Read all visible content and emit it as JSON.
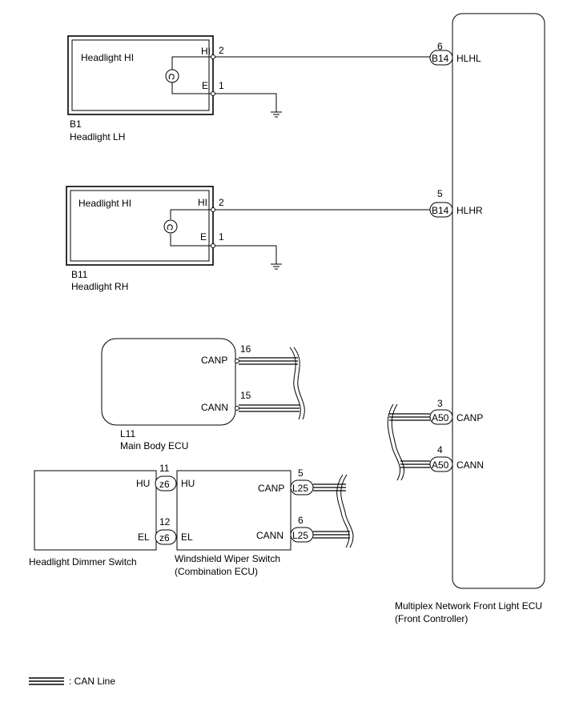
{
  "headlight_lh": {
    "inner_label": "Headlight HI",
    "pin_hi_name": "HI",
    "pin_e_name": "E",
    "pin_hi_num": "2",
    "pin_e_num": "1",
    "code": "B1",
    "name": "Headlight LH"
  },
  "headlight_rh": {
    "inner_label": "Headlight HI",
    "pin_hi_name": "HI",
    "pin_e_name": "E",
    "pin_hi_num": "2",
    "pin_e_num": "1",
    "code": "B11",
    "name": "Headlight RH"
  },
  "main_body_ecu": {
    "pin_canp_name": "CANP",
    "pin_cann_name": "CANN",
    "pin_canp_num": "16",
    "pin_cann_num": "15",
    "code": "L11",
    "name": "Main Body ECU"
  },
  "front_light_ecu": {
    "pin_hlhl_num": "6",
    "pin_hlhl_conn": "B14",
    "pin_hlhl_name": "HLHL",
    "pin_hlhr_num": "5",
    "pin_hlhr_conn": "B14",
    "pin_hlhr_name": "HLHR",
    "pin_canp_num": "3",
    "pin_canp_conn": "A50",
    "pin_canp_name": "CANP",
    "pin_cann_num": "4",
    "pin_cann_conn": "A50",
    "pin_cann_name": "CANN",
    "name_line1": "Multiplex Network Front Light ECU",
    "name_line2": "(Front Controller)"
  },
  "dimmer_switch": {
    "pin_hu_name": "HU",
    "pin_el_name": "EL",
    "name": "Headlight Dimmer Switch"
  },
  "wiper_switch": {
    "pin_hu_num": "11",
    "pin_hu_conn": "z6",
    "pin_hu_name": "HU",
    "pin_el_num": "12",
    "pin_el_conn": "z6",
    "pin_el_name": "EL",
    "pin_canp_num": "5",
    "pin_canp_conn": "L25",
    "pin_canp_name": "CANP",
    "pin_cann_num": "6",
    "pin_cann_conn": "L25",
    "pin_cann_name": "CANN",
    "name_line1": "Windshield Wiper Switch",
    "name_line2": "(Combination ECU)"
  },
  "legend": {
    "text": ": CAN Line"
  }
}
